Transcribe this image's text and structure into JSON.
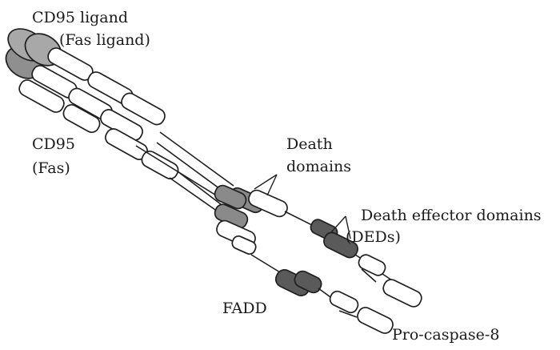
{
  "labels": {
    "ligand_line1": "CD95 ligand",
    "ligand_line2": "(Fas ligand)",
    "receptor_line1": "CD95",
    "receptor_line2": "(Fas)",
    "death_domains_line1": "Death",
    "death_domains_line2": "domains",
    "ded_line1": "Death effector domains",
    "ded_line2": "(DEDs)",
    "fadd": "FADD",
    "procaspase": "Pro-caspase-8"
  },
  "colors": {
    "death_domain_fill": "#8a8a8a",
    "ded_fill": "#5a5a5a",
    "ligand_fill": "#a8a8a8",
    "outline": "#1f1f1f"
  }
}
